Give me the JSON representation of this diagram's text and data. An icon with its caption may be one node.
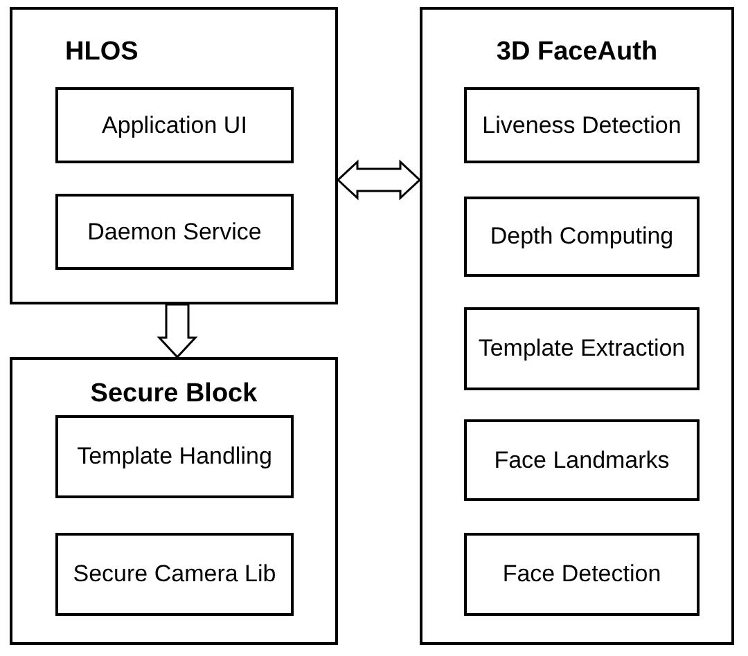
{
  "diagram": {
    "nodes": [
      {
        "text": [
          "HLOS"
        ]
      },
      {
        "text": [
          "Application UI"
        ],
        "in": 0
      },
      {
        "text": [
          "Daemon Service"
        ],
        "in": 0
      },
      {
        "text": [
          "Secure Block"
        ]
      },
      {
        "text": [
          "Template Handling"
        ],
        "in": 3
      },
      {
        "text": [
          "Secure Camera Lib"
        ],
        "in": 3
      },
      {
        "text": [
          "3D FaceAuth"
        ]
      },
      {
        "text": [
          "Liveness Detection"
        ],
        "in": 6
      },
      {
        "text": [
          "Depth Computing"
        ],
        "in": 6
      },
      {
        "text": [
          "Template Extraction"
        ],
        "in": 6
      },
      {
        "text": [
          "Face Landmarks"
        ],
        "in": 6
      },
      {
        "text": [
          "Face Detection"
        ],
        "in": 6
      }
    ],
    "edges": [
      {
        "from": 0,
        "to": 6,
        "arrow": "both"
      },
      {
        "from": 0,
        "to": 3,
        "arrow": "to"
      }
    ]
  }
}
